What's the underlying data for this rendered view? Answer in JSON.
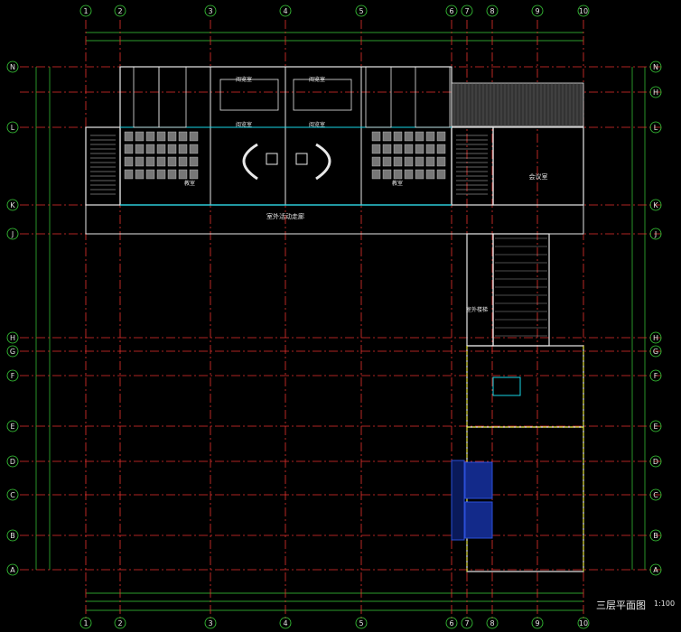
{
  "drawing": {
    "title": "三层平面图",
    "scale": "1:100",
    "background": "#000000"
  },
  "grid": {
    "columns": [
      "1",
      "2",
      "3",
      "4",
      "5",
      "6",
      "7",
      "8",
      "9",
      "10"
    ],
    "rows_right": [
      "N",
      "H",
      "L",
      "K",
      "J",
      "H",
      "G",
      "F",
      "E",
      "D",
      "C",
      "B",
      "A"
    ],
    "rows_left": [
      "N",
      "L",
      "K",
      "J",
      "H",
      "G",
      "F",
      "E",
      "D",
      "C",
      "B",
      "A"
    ]
  },
  "rooms": {
    "study_left": "阅览室",
    "study_right": "阅览室",
    "reading_left": "阅览室",
    "reading_right": "阅览室",
    "office_left": "教室",
    "office_right": "教室",
    "corridor": "室外活动走廊",
    "meeting": "会议室",
    "stair_note": "室外楼梯"
  },
  "colors": {
    "grid_line": "#e8322e",
    "wall": "#e8e8e8",
    "dimension": "#3ad13a",
    "bubble": "#3ad13a",
    "room_text": "#e6e6e6",
    "cyan": "#19d6e6",
    "yellow": "#e6e619",
    "blue": "#2b4fd8"
  }
}
